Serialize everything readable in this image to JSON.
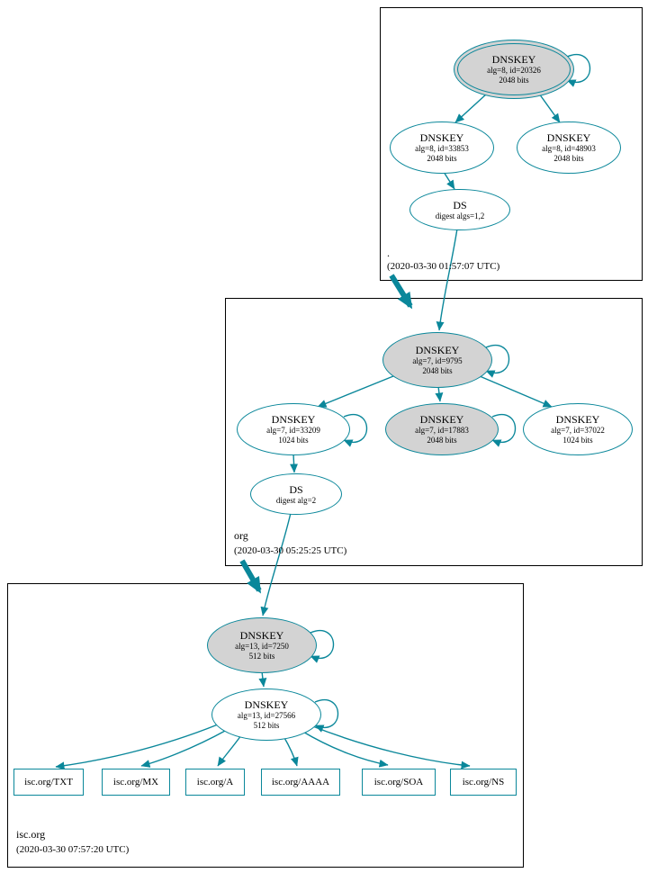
{
  "colors": {
    "teal": "#0a879a",
    "node_gray": "#d3d3d3"
  },
  "zones": [
    {
      "name": ".",
      "timestamp": "(2020-03-30 01:57:07 UTC)",
      "nodes": {
        "ksk": {
          "label": "DNSKEY",
          "line2": "alg=8, id=20326",
          "line3": "2048 bits"
        },
        "zsk1": {
          "label": "DNSKEY",
          "line2": "alg=8, id=33853",
          "line3": "2048 bits"
        },
        "zsk2": {
          "label": "DNSKEY",
          "line2": "alg=8, id=48903",
          "line3": "2048 bits"
        },
        "ds": {
          "label": "DS",
          "line2": "digest algs=1,2"
        }
      }
    },
    {
      "name": "org",
      "timestamp": "(2020-03-30 05:25:25 UTC)",
      "nodes": {
        "ksk": {
          "label": "DNSKEY",
          "line2": "alg=7, id=9795",
          "line3": "2048 bits"
        },
        "key2": {
          "label": "DNSKEY",
          "line2": "alg=7, id=33209",
          "line3": "1024 bits"
        },
        "key3": {
          "label": "DNSKEY",
          "line2": "alg=7, id=17883",
          "line3": "2048 bits"
        },
        "key4": {
          "label": "DNSKEY",
          "line2": "alg=7, id=37022",
          "line3": "1024 bits"
        },
        "ds": {
          "label": "DS",
          "line2": "digest alg=2"
        }
      }
    },
    {
      "name": "isc.org",
      "timestamp": "(2020-03-30 07:57:20 UTC)",
      "nodes": {
        "ksk": {
          "label": "DNSKEY",
          "line2": "alg=13, id=7250",
          "line3": "512 bits"
        },
        "zsk": {
          "label": "DNSKEY",
          "line2": "alg=13, id=27566",
          "line3": "512 bits"
        },
        "rrsets": [
          {
            "label": "isc.org/TXT"
          },
          {
            "label": "isc.org/MX"
          },
          {
            "label": "isc.org/A"
          },
          {
            "label": "isc.org/AAAA"
          },
          {
            "label": "isc.org/SOA"
          },
          {
            "label": "isc.org/NS"
          }
        ]
      }
    }
  ]
}
